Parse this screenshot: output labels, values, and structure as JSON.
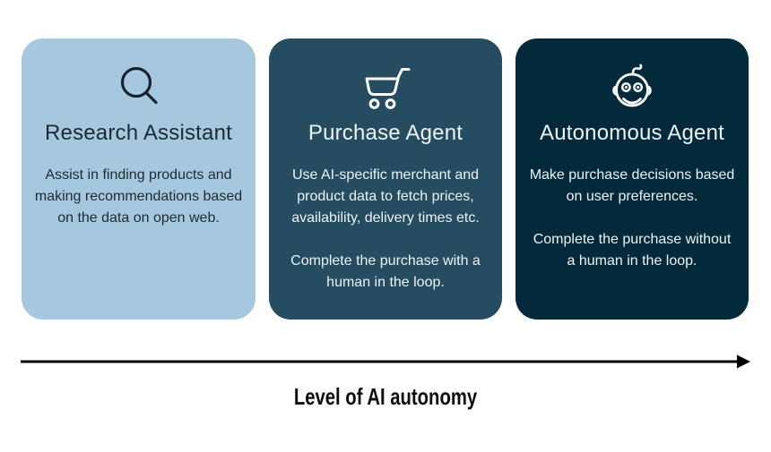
{
  "page": {
    "background_color": "#ffffff"
  },
  "cards": [
    {
      "title": "Research Assistant",
      "icon": "magnifier-icon",
      "paragraphs": [
        "Assist in finding products and making recommendations based on the data on open web."
      ],
      "bg_color": "#a6c8de",
      "text_color": "#1d2a33",
      "icon_color": "#14242f"
    },
    {
      "title": "Purchase Agent",
      "icon": "shopping-cart-icon",
      "paragraphs": [
        "Use AI-specific merchant and product data to fetch prices, availability, delivery times etc.",
        "Complete the purchase with a human in the loop."
      ],
      "bg_color": "#254c60",
      "text_color": "#edf2f5",
      "icon_color": "#ffffff"
    },
    {
      "title": "Autonomous Agent",
      "icon": "robot-icon",
      "paragraphs": [
        "Make purchase decisions based on user preferences.",
        "Complete the purchase without a human in the loop."
      ],
      "bg_color": "#032a3b",
      "text_color": "#edf2f5",
      "icon_color": "#ffffff"
    }
  ],
  "axis": {
    "label": "Level of AI autonomy",
    "arrow_color": "#000000"
  }
}
